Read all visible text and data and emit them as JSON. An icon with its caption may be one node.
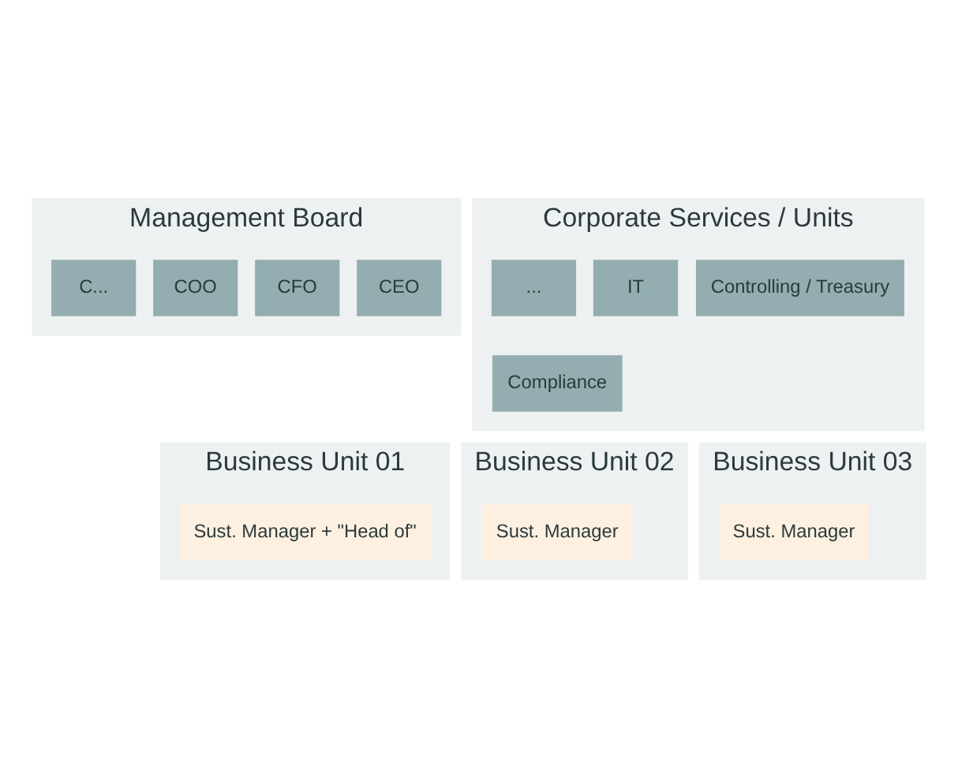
{
  "diagram": {
    "nodes": [
      {
        "text": [
          "Management Board"
        ]
      },
      {
        "text": [
          "CEO"
        ],
        "in": 0
      },
      {
        "text": [
          "CFO"
        ],
        "in": 0
      },
      {
        "text": [
          "COO"
        ],
        "in": 0
      },
      {
        "text": [
          "C..."
        ],
        "in": 0
      },
      {
        "text": [
          "Corporate Services / Units"
        ]
      },
      {
        "text": [
          "Compliance"
        ],
        "in": 5
      },
      {
        "text": [
          "Controlling / Treasury"
        ],
        "in": 5
      },
      {
        "text": [
          "IT"
        ],
        "in": 5
      },
      {
        "text": [
          "..."
        ],
        "in": 5
      },
      {
        "text": [
          "Business Unit 01"
        ]
      },
      {
        "text": [
          "Sust. Manager + \"Head of\""
        ],
        "in": 10
      },
      {
        "text": [
          "Business Unit 02"
        ]
      },
      {
        "text": [
          "Sust. Manager"
        ],
        "in": 12
      },
      {
        "text": [
          "Business Unit 03"
        ]
      },
      {
        "text": [
          "Sust. Manager"
        ],
        "in": 14
      }
    ]
  }
}
